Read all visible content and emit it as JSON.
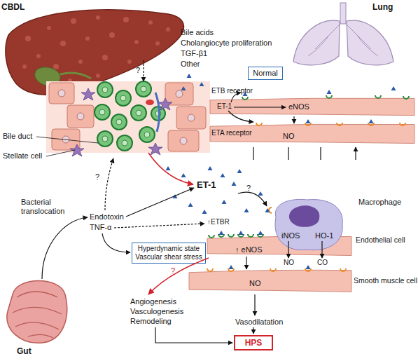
{
  "diagram": {
    "nodes": [
      {
        "text": [
          "Normal"
        ]
      },
      {
        "text": [
          "eNOS"
        ]
      },
      {
        "text": [
          "NO"
        ]
      },
      {
        "text": [
          "Hyperdynamic state Vascular shear stress"
        ]
      },
      {
        "text": [
          "Macrophage",
          "iNOS",
          "HO-1"
        ]
      },
      {
        "text": [
          "↑ eNOS",
          "Endothelial cell"
        ]
      },
      {
        "text": [
          "NO",
          "Smooth muscle cell"
        ]
      },
      {
        "text": [
          "HPS"
        ]
      }
    ],
    "edges": [
      {
        "from": 1,
        "to": 2,
        "arrow": "to"
      },
      {
        "from": 5,
        "to": 6,
        "arrow": "to"
      }
    ],
    "labels": [
      "CBDL",
      "Lung",
      "?",
      "Bile acids",
      "Cholangiocyte proliferation",
      "TGF-β1",
      "Other",
      "ETB receptor",
      "ET-1",
      "ETA receptor",
      "Bile duct",
      "Stellate cell",
      "?",
      "Bacterial translocation",
      "Endotoxin",
      "TNF-α",
      "ET-1",
      "?",
      "↑ETBR",
      "NO",
      "CO",
      "?",
      "Angiogenesis",
      "Vasculogenesis",
      "Remodeling",
      "Vasodilatation",
      "Gut"
    ]
  }
}
